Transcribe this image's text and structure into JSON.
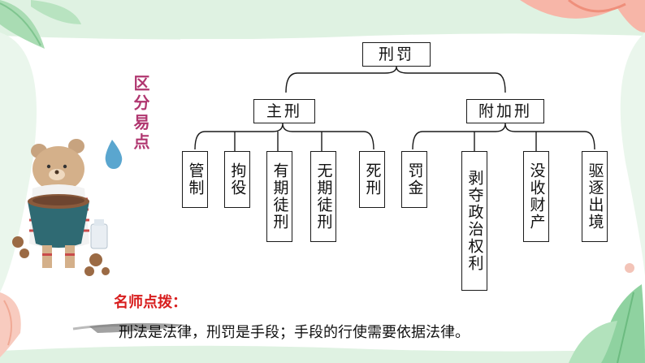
{
  "side_title": "区分易点",
  "diagram": {
    "root": "刑罚",
    "branches": [
      {
        "label": "主刑",
        "children": [
          "管制",
          "拘役",
          "有期徒刑",
          "无期徒刑",
          "死刑"
        ]
      },
      {
        "label": "附加刑",
        "children": [
          "罚金",
          "剥夺政治权利",
          "没收财产",
          "驱逐出境"
        ]
      }
    ]
  },
  "tip": {
    "title": "名师点拨：",
    "body": "刑法是法律，刑罚是手段；手段的行使需要依据法律。"
  },
  "colors": {
    "accent_green": "#d8f0dc",
    "title_magenta": "#b0366f",
    "tip_red": "#d81e1e"
  }
}
